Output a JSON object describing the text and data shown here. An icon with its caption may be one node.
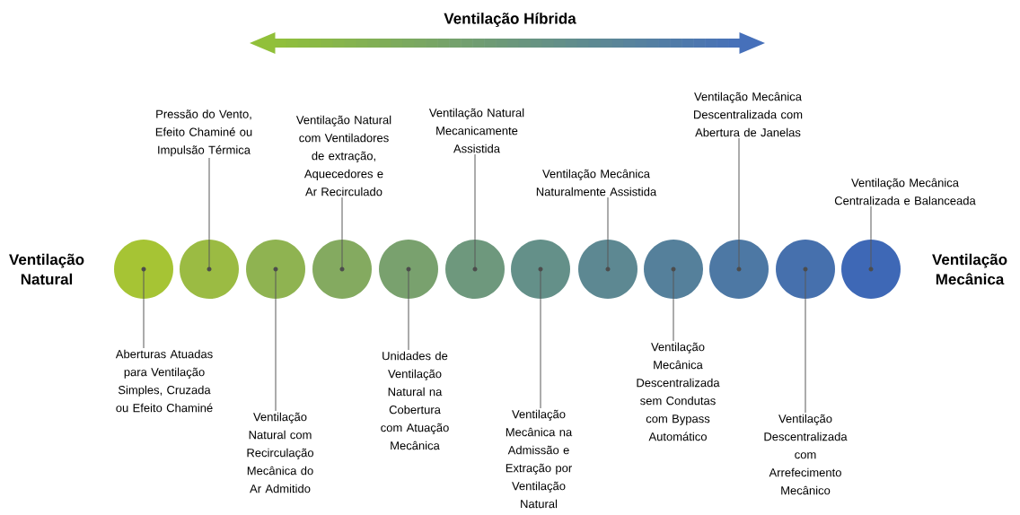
{
  "diagram": {
    "title": "Ventilação Híbrida",
    "nodes": [
      {
        "text": [],
        "shape": "circle"
      },
      {
        "text": [],
        "shape": "circle"
      },
      {
        "text": [],
        "shape": "circle"
      },
      {
        "text": [],
        "shape": "circle"
      },
      {
        "text": [],
        "shape": "circle"
      },
      {
        "text": [],
        "shape": "circle"
      },
      {
        "text": [],
        "shape": "circle"
      },
      {
        "text": [],
        "shape": "circle"
      },
      {
        "text": [],
        "shape": "circle"
      },
      {
        "text": [],
        "shape": "circle"
      },
      {
        "text": [],
        "shape": "circle"
      },
      {
        "text": [],
        "shape": "circle"
      },
      {
        "text": [
          "Aberturas Atuadas para Ventilação Simples, Cruzada ou Efeito Chaminé"
        ]
      },
      {
        "text": [
          "Pressão do Vento, Efeito Chaminé ou Impulsão Térmica"
        ]
      },
      {
        "text": [
          "Ventilação Natural com Recirculação Mecânica do Ar Admitido"
        ]
      },
      {
        "text": [
          "Ventilação Natural com Ventiladores de extração, Aquecedores e Ar Recirculado"
        ]
      },
      {
        "text": [
          "Unidades de Ventilação Natural na Cobertura com Atuação Mecânica"
        ]
      },
      {
        "text": [
          "Ventilação Natural Mecanicamente Assistida"
        ]
      },
      {
        "text": [
          "Ventilação Mecânica na Admissão e Extração por Ventilação Natural"
        ]
      },
      {
        "text": [
          "Ventilação Mecânica Naturalmente Assistida"
        ]
      },
      {
        "text": [
          "Ventilação Mecânica Descentralizada sem Condutas com Bypass Automático"
        ]
      },
      {
        "text": [
          "Ventilação Mecânica Descentralizada com Abertura de Janelas"
        ]
      },
      {
        "text": [
          "Ventilação Descentralizada com Arrefecimento Mecânico"
        ]
      },
      {
        "text": [
          "Ventilação Mecânica Centralizada e Balanceada"
        ]
      }
    ],
    "edges": [
      {
        "from": 12,
        "to": 0,
        "arrow": "none"
      },
      {
        "from": 13,
        "to": 1,
        "arrow": "none"
      },
      {
        "from": 14,
        "to": 2,
        "arrow": "none"
      },
      {
        "from": 15,
        "to": 3,
        "arrow": "none"
      },
      {
        "from": 16,
        "to": 4,
        "arrow": "none"
      },
      {
        "from": 17,
        "to": 5,
        "arrow": "none"
      },
      {
        "from": 18,
        "to": 6,
        "arrow": "none"
      },
      {
        "from": 19,
        "to": 7,
        "arrow": "none"
      },
      {
        "from": 20,
        "to": 8,
        "arrow": "none"
      },
      {
        "from": 21,
        "to": 9,
        "arrow": "none"
      },
      {
        "from": 22,
        "to": 10,
        "arrow": "none"
      },
      {
        "from": 23,
        "to": 11,
        "arrow": "none"
      }
    ],
    "labels": [
      "Ventilação Natural",
      "Ventilação Mecânica"
    ]
  }
}
